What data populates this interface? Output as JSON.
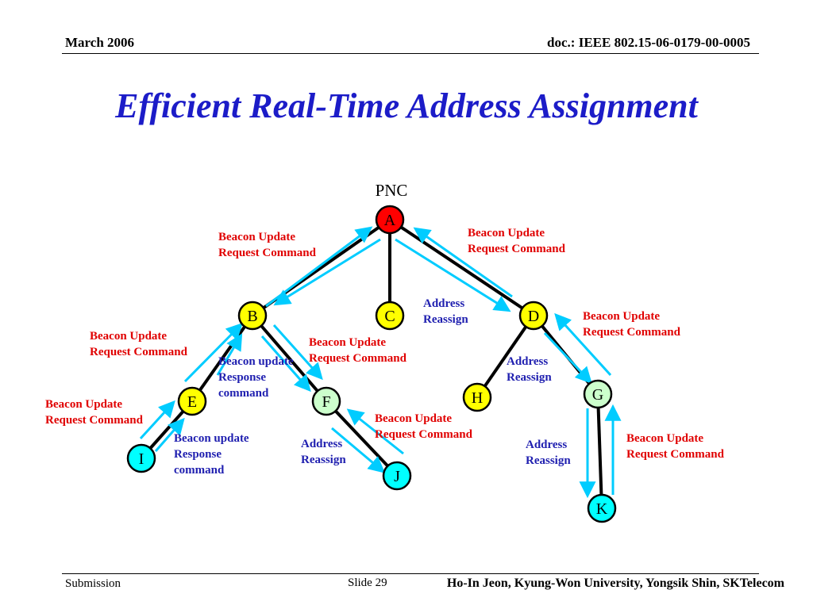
{
  "header": {
    "date": "March 2006",
    "doc_id": "doc.: IEEE 802.15-06-0179-00-0005"
  },
  "title": "Efficient Real-Time Address Assignment",
  "diagram": {
    "root_label": "PNC",
    "nodes": {
      "A": {
        "label": "A",
        "fill": "#ff0000"
      },
      "B": {
        "label": "B",
        "fill": "#ffff00"
      },
      "C": {
        "label": "C",
        "fill": "#ffff00"
      },
      "D": {
        "label": "D",
        "fill": "#ffff00"
      },
      "E": {
        "label": "E",
        "fill": "#ffff00"
      },
      "F": {
        "label": "F",
        "fill": "#ccffcc"
      },
      "G": {
        "label": "G",
        "fill": "#ccffcc"
      },
      "H": {
        "label": "H",
        "fill": "#ffff00"
      },
      "I": {
        "label": "I",
        "fill": "#00ffff"
      },
      "J": {
        "label": "J",
        "fill": "#00ffff"
      },
      "K": {
        "label": "K",
        "fill": "#00ffff"
      }
    },
    "edges": [
      [
        "A",
        "B"
      ],
      [
        "A",
        "C"
      ],
      [
        "A",
        "D"
      ],
      [
        "B",
        "E"
      ],
      [
        "B",
        "F"
      ],
      [
        "D",
        "H"
      ],
      [
        "D",
        "G"
      ],
      [
        "E",
        "I"
      ],
      [
        "F",
        "J"
      ],
      [
        "G",
        "K"
      ]
    ],
    "labels": {
      "ab_request": [
        "Beacon Update",
        "Request Command"
      ],
      "ad_request": [
        "Beacon Update",
        "Request Command"
      ],
      "ad_reassign": [
        "Address",
        "Reassign"
      ],
      "be_request": [
        "Beacon Update",
        "Request Command"
      ],
      "be_response": [
        "Beacon update",
        "Response",
        "command"
      ],
      "bf_request": [
        "Beacon Update",
        "Request Command"
      ],
      "dg_request": [
        "Beacon Update",
        "Request Command"
      ],
      "dg_reassign": [
        "Address",
        "Reassign"
      ],
      "ei_request": [
        "Beacon Update",
        "Request Command"
      ],
      "ei_response": [
        "Beacon update",
        "Response",
        "command"
      ],
      "fj_request": [
        "Beacon Update",
        "Request Command"
      ],
      "fj_reassign": [
        "Address",
        "Reassign"
      ],
      "gk_reassign": [
        "Address",
        "Reassign"
      ],
      "gk_request": [
        "Beacon Update",
        "Request Command"
      ]
    },
    "colors": {
      "edge": "#000000",
      "arrow": "#00ccff",
      "request_text": "#e00000",
      "response_text": "#2020b0"
    }
  },
  "footer": {
    "left": "Submission",
    "center": "Slide 29",
    "right": "Ho-In Jeon, Kyung-Won University, Yongsik Shin, SKTelecom"
  }
}
